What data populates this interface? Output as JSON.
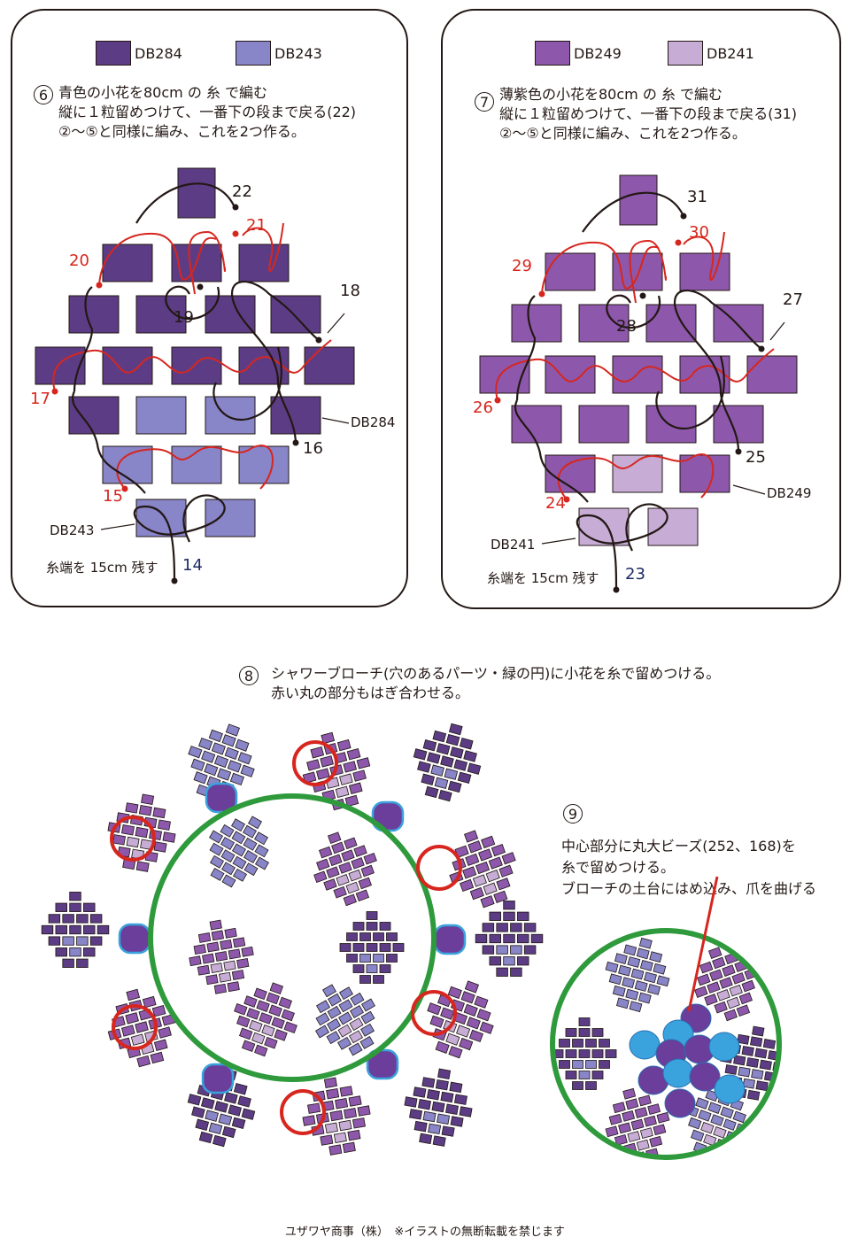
{
  "colors": {
    "DB284": "#5c3d85",
    "DB243": "#8885c8",
    "DB249": "#8d58ab",
    "DB241": "#c7add6",
    "thread_black": "#231815",
    "thread_red": "#d7261e",
    "ring_green": "#2e9a3c",
    "mark_red": "#d7261e",
    "pearl_purple": "#6a3e9a",
    "pearl_blue": "#3aa2dd"
  },
  "panel6": {
    "legend": [
      {
        "label": "DB284",
        "color": "#5c3d85"
      },
      {
        "label": "DB243",
        "color": "#8885c8"
      }
    ],
    "step": "6",
    "lines": [
      "青色の小花を80cm の 糸 で編む",
      "縦に１粒留めつけて、一番下の段まで戻る(22)",
      "②〜⑤と同様に編み、これを2つ作る。"
    ],
    "callouts": {
      "right": "DB284",
      "left": "DB243",
      "tail": "糸端を 15cm 残す"
    },
    "numbers": {
      "n14": "14",
      "n15": "15",
      "n16": "16",
      "n17": "17",
      "n18": "18",
      "n19": "19",
      "n20": "20",
      "n21": "21",
      "n22": "22"
    }
  },
  "panel7": {
    "legend": [
      {
        "label": "DB249",
        "color": "#8d58ab"
      },
      {
        "label": "DB241",
        "color": "#c7add6"
      }
    ],
    "step": "7",
    "lines": [
      "薄紫色の小花を80cm の 糸 で編む",
      "縦に１粒留めつけて、一番下の段まで戻る(31)",
      "②〜⑤と同様に編み、これを2つ作る。"
    ],
    "callouts": {
      "right": "DB249",
      "left": "DB241",
      "tail": "糸端を 15cm 残す"
    },
    "numbers": {
      "n23": "23",
      "n24": "24",
      "n25": "25",
      "n26": "26",
      "n27": "27",
      "n28": "28",
      "n29": "29",
      "n30": "30",
      "n31": "31"
    }
  },
  "step8": {
    "step": "8",
    "lines": [
      "シャワーブローチ(穴のあるパーツ・緑の円)に小花を糸で留めつける。",
      "赤い丸の部分もはぎ合わせる。"
    ]
  },
  "step9": {
    "step": "9",
    "lines": [
      "中心部分に丸大ビーズ(252、168)を",
      "糸で留めつける。",
      "ブローチの土台にはめ込み、爪を曲げる"
    ]
  },
  "footer": "ユザワヤ商事（株）　※イラストの無断転載を禁じます"
}
